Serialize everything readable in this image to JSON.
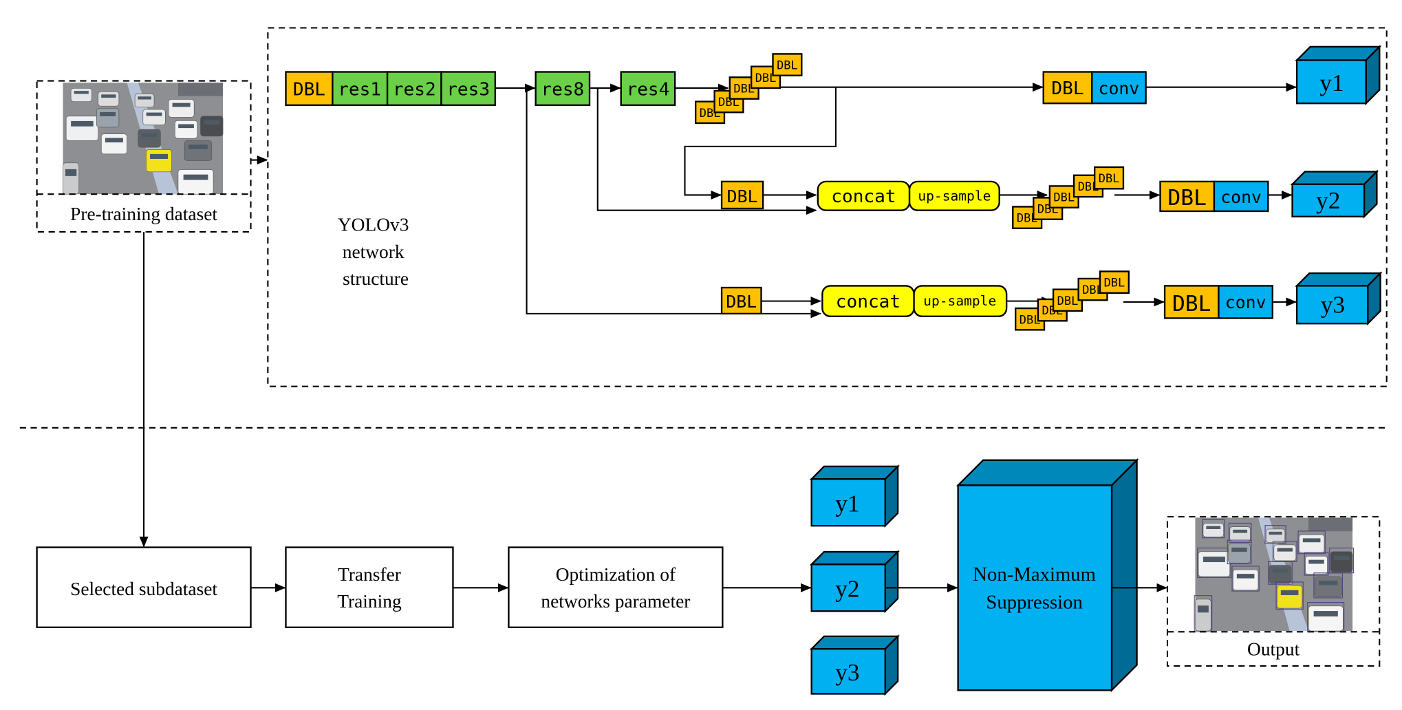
{
  "colors": {
    "dbl": "#FFC000",
    "res": "#6AD047",
    "conv": "#00B0F0",
    "yellow": "#FFFF00",
    "cube_side": "#006B94",
    "cube_top": "#0088BB"
  },
  "pretrain": {
    "label": "Pre-training dataset"
  },
  "yolo": {
    "title_lines": [
      "YOLOv3",
      "network",
      "structure"
    ],
    "backbone": [
      "DBL",
      "res1",
      "res2",
      "res3"
    ],
    "res8": "res8",
    "res4": "res4",
    "dbl": "DBL",
    "conv": "conv",
    "concat": "concat",
    "upsample": "up-sample",
    "stack_label": "DBL",
    "outputs": [
      "y1",
      "y2",
      "y3"
    ]
  },
  "pipeline": {
    "steps": [
      "Selected subdataset",
      "Transfer\nTraining",
      "Optimization of\nnetworks parameter"
    ],
    "outputs": [
      "y1",
      "y2",
      "y3"
    ],
    "nms": "Non-Maximum\nSuppression",
    "output_label": "Output"
  }
}
